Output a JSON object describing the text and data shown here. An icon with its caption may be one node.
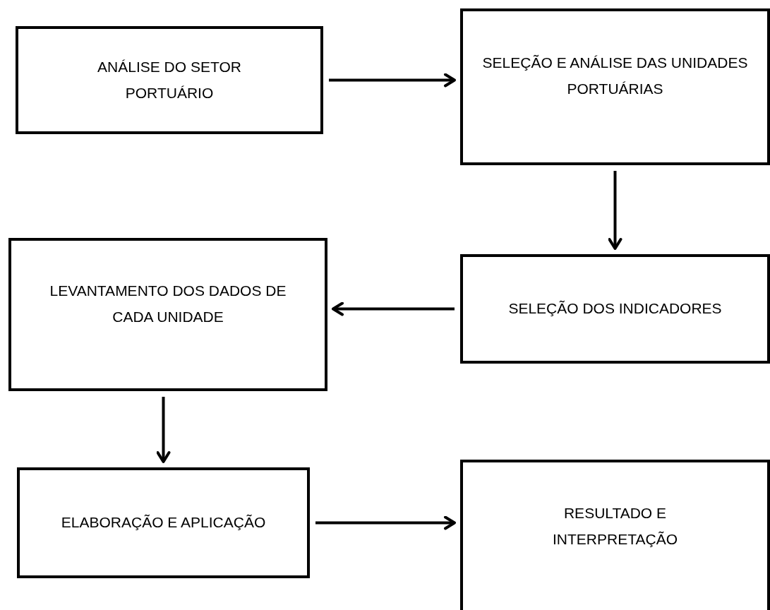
{
  "diagram": {
    "nodes": [
      {
        "text": [
          "ANÁLISE DO SETOR PORTUÁRIO"
        ]
      },
      {
        "text": [
          "SELEÇÃO E ANÁLISE DAS UNIDADES PORTUÁRIAS"
        ]
      },
      {
        "text": [
          "LEVANTAMENTO DOS DADOS DE CADA UNIDADE"
        ]
      },
      {
        "text": [
          "SELEÇÃO DOS INDICADORES"
        ]
      },
      {
        "text": [
          "ELABORAÇÃO E APLICAÇÃO"
        ]
      },
      {
        "text": [
          "RESULTADO E INTERPRETAÇÃO"
        ]
      }
    ],
    "edges": [
      {
        "from": 0,
        "to": 1,
        "arrow": "to"
      },
      {
        "from": 1,
        "to": 3,
        "arrow": "to"
      },
      {
        "from": 3,
        "to": 2,
        "arrow": "to"
      },
      {
        "from": 2,
        "to": 4,
        "arrow": "to"
      },
      {
        "from": 4,
        "to": 5,
        "arrow": "to"
      }
    ]
  }
}
